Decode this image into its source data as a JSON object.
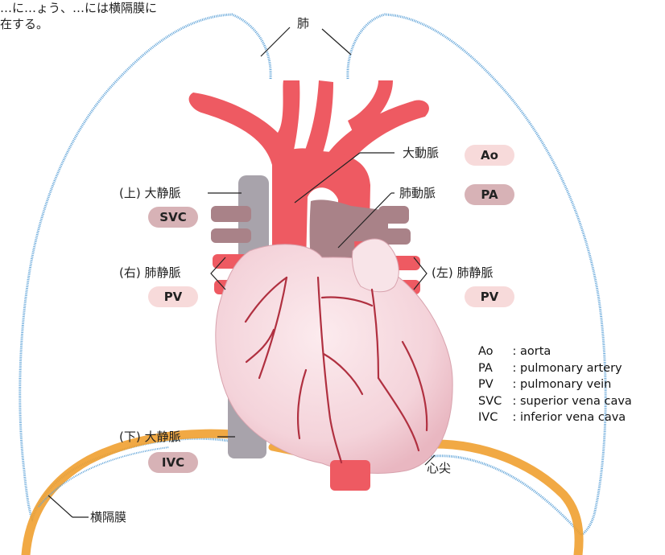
{
  "intro_lines": [
    "…に…ょう、…には横隔膜に",
    "在する。"
  ],
  "labels": {
    "lung": "肺",
    "aorta_jp": "大動脈",
    "pulmonary_artery_jp": "肺動脈",
    "svc_jp": "(上) 大静脈",
    "pv_right_jp": "(右) 肺静脈",
    "pv_left_jp": "(左) 肺静脈",
    "ivc_jp": "(下) 大静脈",
    "apex_jp": "心尖",
    "diaphragm_jp": "横隔膜"
  },
  "badges": {
    "ao": "Ao",
    "pa": "PA",
    "svc": "SVC",
    "pv_right": "PV",
    "pv_left": "PV",
    "ivc": "IVC"
  },
  "legend": [
    {
      "abbr": "Ao",
      "colon": ":",
      "desc": "aorta"
    },
    {
      "abbr": "PA",
      "colon": ":",
      "desc": "pulmonary artery"
    },
    {
      "abbr": "PV",
      "colon": ":",
      "desc": "pulmonary vein"
    },
    {
      "abbr": "SVC",
      "colon": ":",
      "desc": "superior vena cava"
    },
    {
      "abbr": "IVC",
      "colon": ":",
      "desc": "inferior vena cava"
    }
  ],
  "colors": {
    "lung_outline": "#5fa3d8",
    "diaphragm": "#f0a030",
    "artery_red": "#ee5a62",
    "vein_gray": "#a8a3ab",
    "pulmonary_artery": "#a98288",
    "heart_fill": "#f6dde3",
    "heart_vessels": "#b03040",
    "pill_light": "#f7dada",
    "pill_dark": "#d7b2b6"
  }
}
